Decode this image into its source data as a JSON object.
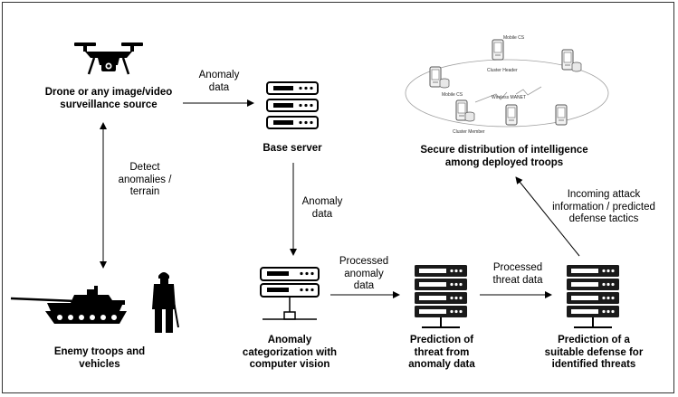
{
  "nodes": {
    "drone": {
      "label": "Drone or any image/video surveillance source"
    },
    "base_server": {
      "label": "Base server"
    },
    "secure_distribution": {
      "label": "Secure distribution of intelligence among deployed troops"
    },
    "enemy": {
      "label": "Enemy troops and vehicles"
    },
    "anomaly_cv": {
      "label": "Anomaly categorization with computer vision"
    },
    "threat_prediction": {
      "label": "Prediction of threat from anomaly data"
    },
    "defense_prediction": {
      "label": "Prediction of a suitable defense for identified threats"
    }
  },
  "edges": {
    "drone_to_server": "Anomaly data",
    "drone_enemy": "Detect anomalies / terrain",
    "server_to_cv": "Anomaly data",
    "cv_to_threat": "Processed anomaly data",
    "threat_to_defense": "Processed threat data",
    "defense_to_troops": "Incoming attack information / predicted defense tactics"
  },
  "network_labels": {
    "mobile_cs_top": "Mobile CS",
    "cluster_header": "Cluster Header",
    "mobile_cs_left": "Mobile CS",
    "wireless_manet": "Wireless MANET",
    "cluster_member": "Cluster Member"
  },
  "colors": {
    "line": "#000000",
    "server": "#1a1a1a",
    "network": "#9a9a9a"
  }
}
